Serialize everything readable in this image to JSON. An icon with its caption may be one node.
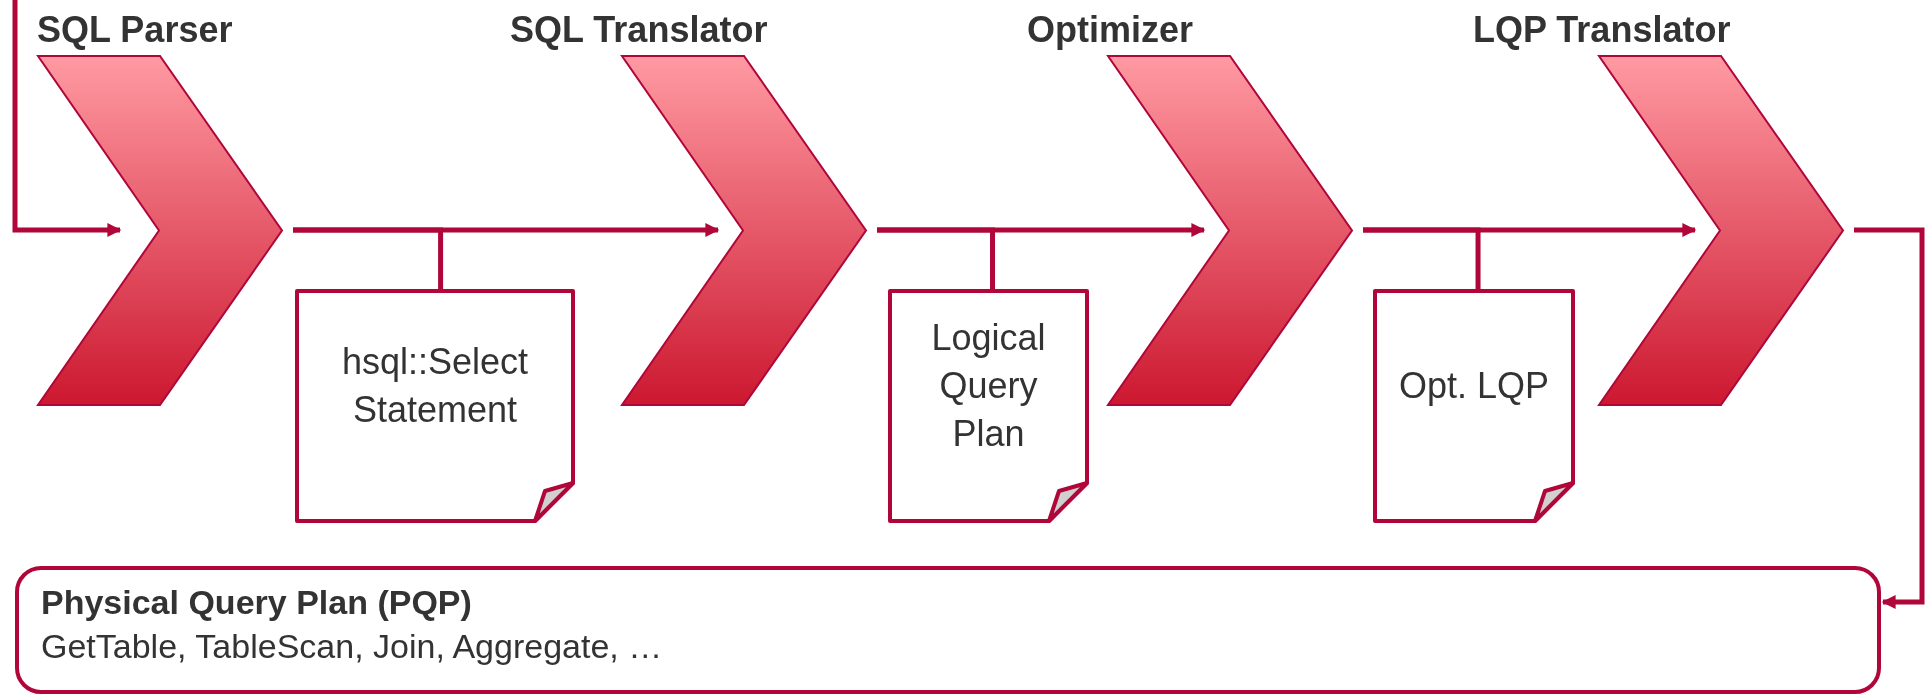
{
  "diagram": {
    "nodes": [
      {
        "text": [
          "SQL Parser"
        ]
      },
      {
        "text": [
          "hsql::Select Statement"
        ]
      },
      {
        "text": [
          "SQL Translator"
        ]
      },
      {
        "text": [
          "Logical Query Plan"
        ]
      },
      {
        "text": [
          "Optimizer"
        ]
      },
      {
        "text": [
          "Opt. LQP"
        ]
      },
      {
        "text": [
          "LQP Translator"
        ]
      },
      {
        "text": [
          "Physical Query Plan (PQP)",
          "GetTable, TableScan, Join, Aggregate, …"
        ]
      }
    ],
    "edges": [
      {
        "from": null,
        "to": 0,
        "arrow": "to"
      },
      {
        "from": 0,
        "to": 2,
        "arrow": "to"
      },
      {
        "from": 0,
        "to": 1,
        "arrow": "none"
      },
      {
        "from": 2,
        "to": 4,
        "arrow": "to"
      },
      {
        "from": 2,
        "to": 3,
        "arrow": "none"
      },
      {
        "from": 4,
        "to": 6,
        "arrow": "to"
      },
      {
        "from": 4,
        "to": 5,
        "arrow": "none"
      },
      {
        "from": 6,
        "to": 7,
        "arrow": "to"
      }
    ]
  }
}
